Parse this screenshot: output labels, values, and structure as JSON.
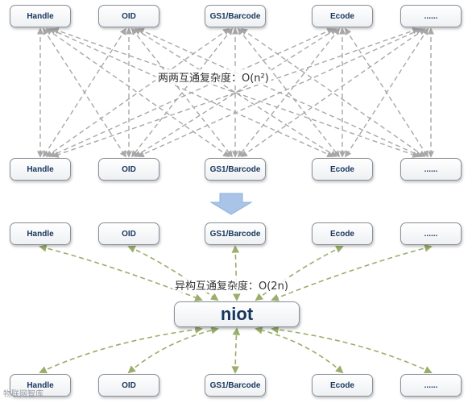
{
  "top_section": {
    "top_row": [
      "Handle",
      "OID",
      "GS1/Barcode",
      "Ecode",
      "......"
    ],
    "bottom_row": [
      "Handle",
      "OID",
      "GS1/Barcode",
      "Ecode",
      "......"
    ],
    "complexity_label": "两两互通复杂度：O(n²)"
  },
  "bottom_section": {
    "top_row": [
      "Handle",
      "OID",
      "GS1/Barcode",
      "Ecode",
      "......"
    ],
    "center_label": "niot",
    "bottom_row": [
      "Handle",
      "OID",
      "GS1/Barcode",
      "Ecode",
      "......"
    ],
    "complexity_label": "异构互通复杂度：O(2n)"
  },
  "watermark": "物联网智库",
  "colors": {
    "gray_arrow": "#a8a8a8",
    "green_arrow": "#9aae6a",
    "transition_arrow": "#a9c4e6",
    "node_text": "#17365d"
  }
}
